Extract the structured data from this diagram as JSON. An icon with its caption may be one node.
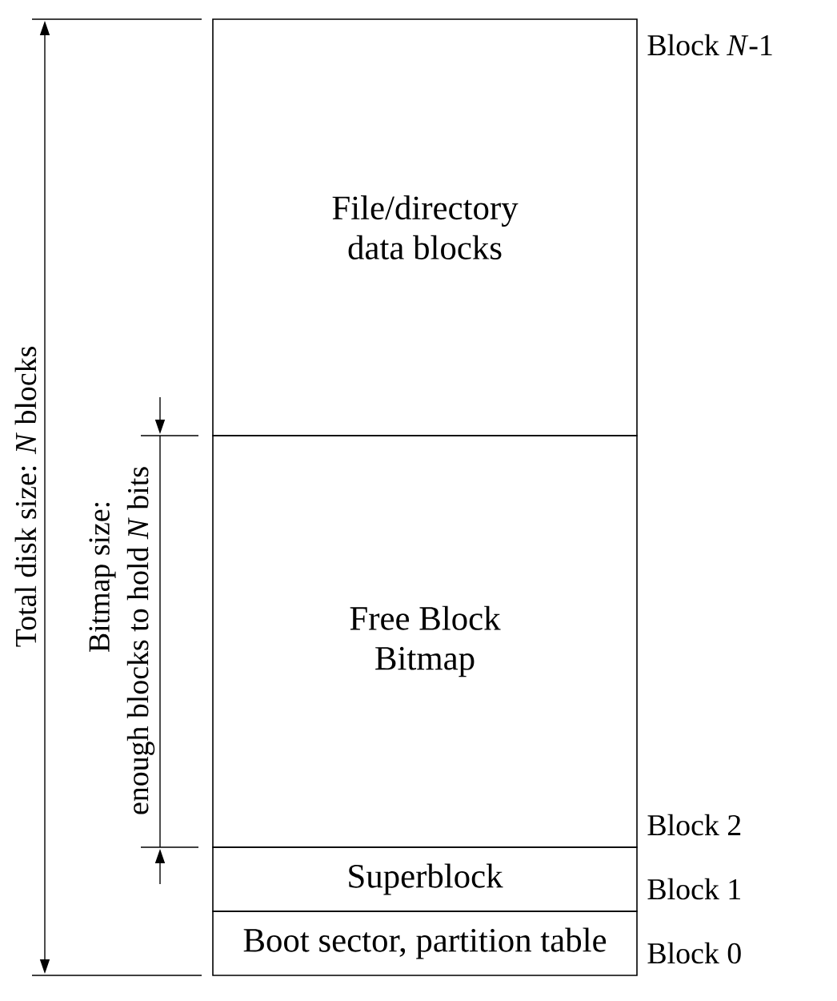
{
  "diagram": {
    "nodes": [
      {
        "text": [
          "File/directory data blocks"
        ],
        "beside": [
          "Block *N*-1"
        ]
      },
      {
        "text": [
          "Free Block Bitmap"
        ],
        "beside": [
          "Block 2"
        ]
      },
      {
        "text": [
          "Superblock"
        ],
        "beside": [
          "Block 1"
        ]
      },
      {
        "text": [
          "Boot sector, partition table"
        ],
        "beside": [
          "Block 0"
        ]
      }
    ],
    "labels": [
      "Total disk size: *N* blocks",
      "Bitmap size:",
      "enough blocks to hold *N* bits"
    ]
  }
}
